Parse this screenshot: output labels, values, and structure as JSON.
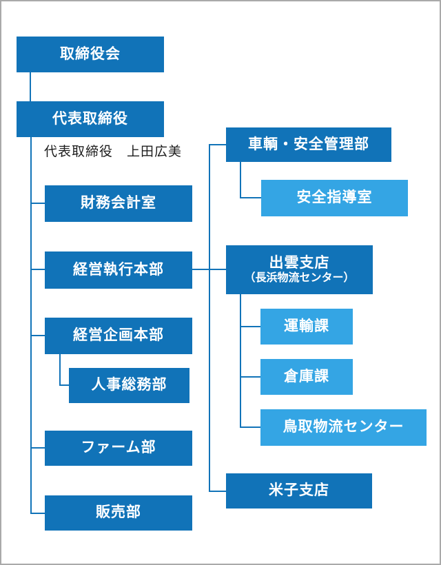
{
  "diagram": {
    "type": "org-chart",
    "colors": {
      "primary": "#1173b8",
      "secondary": "#34a5e4",
      "box_text": "#ffffff",
      "label_text": "#1c1c1c",
      "page_border": "#a9a9a9"
    },
    "nodes": {
      "board": {
        "label": "取締役会"
      },
      "representative": {
        "label": "代表取締役"
      },
      "representative_name": {
        "label": "代表取締役　上田広美"
      },
      "finance": {
        "label": "財務会計室"
      },
      "exec_hq": {
        "label": "経営執行本部"
      },
      "planning_hq": {
        "label": "経営企画本部"
      },
      "hr": {
        "label": "人事総務部"
      },
      "farm": {
        "label": "ファーム部"
      },
      "sales": {
        "label": "販売部"
      },
      "vehicle_safety": {
        "label": "車輌・安全管理部"
      },
      "safety_guidance": {
        "label": "安全指導室"
      },
      "izumo": {
        "label": "出雲支店",
        "sublabel": "（長浜物流センター）"
      },
      "transport": {
        "label": "運輸課"
      },
      "warehouse": {
        "label": "倉庫課"
      },
      "tottori": {
        "label": "鳥取物流センター"
      },
      "yonago": {
        "label": "米子支店"
      }
    }
  }
}
